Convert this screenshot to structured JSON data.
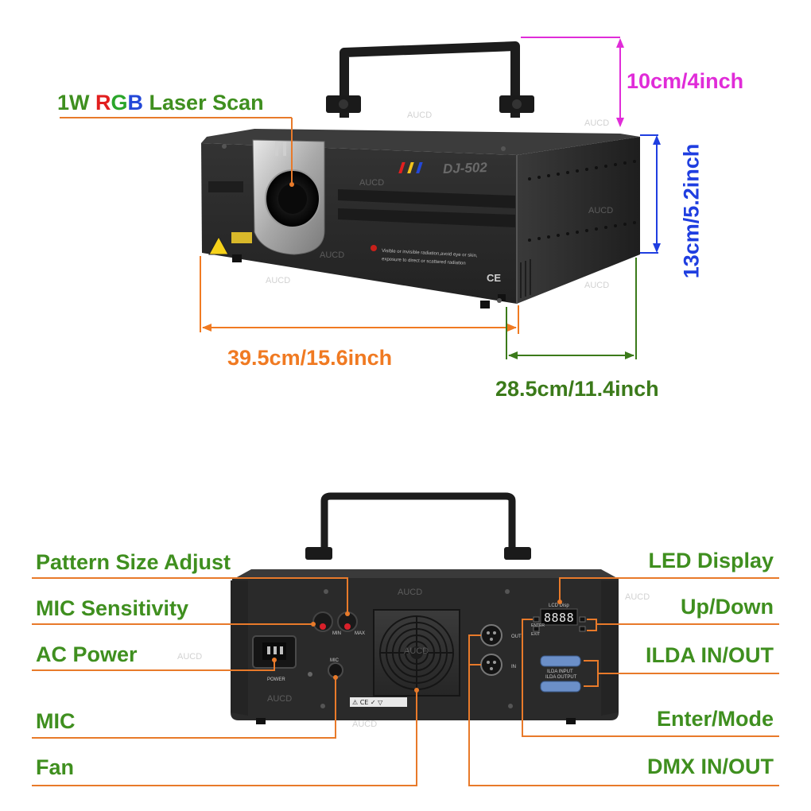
{
  "top": {
    "model": "DJ-502",
    "ce_mark": "CE",
    "warning_lines": [
      "Visible or invisible radiation,avoid eye or skin,",
      "exposure to direct or scattered radiation"
    ],
    "label_laser": {
      "prefix": "1W ",
      "r": "R",
      "g": "G",
      "b": "B",
      "suffix": " Laser Scan"
    },
    "dim_height_handle": "10cm/4inch",
    "dim_height_body": "13cm/5.2inch",
    "dim_width": "39.5cm/15.6inch",
    "dim_depth": "28.5cm/11.4inch",
    "watermark": "AUCD"
  },
  "bottom": {
    "labels_left": [
      "Pattern Size Adjust",
      "MIC Sensitivity",
      "AC Power",
      "MIC",
      "Fan"
    ],
    "labels_right": [
      "LED Display",
      "Up/Down",
      "ILDA IN/OUT",
      "Enter/Mode",
      "DMX IN/OUT"
    ],
    "panel_text": {
      "min": "MIN",
      "max": "MAX",
      "mic": "MIC",
      "power": "POWER",
      "out": "OUT",
      "in": "IN",
      "lcd": "LCD Disp",
      "enter": "ENTER",
      "exit": "EXIT",
      "ilda_input": "ILDA INPUT",
      "ilda_output": "ILDA OUTPUT",
      "led_digits": "8888"
    },
    "watermark": "AUCD"
  },
  "colors": {
    "label_green": "#3f8f1f",
    "dimension_orange": "#f07a22",
    "dimension_magenta": "#e02cd8",
    "dimension_blue": "#1f3ee0",
    "leader_orange": "#e87a2a",
    "device_body": "#2b2b2b"
  }
}
